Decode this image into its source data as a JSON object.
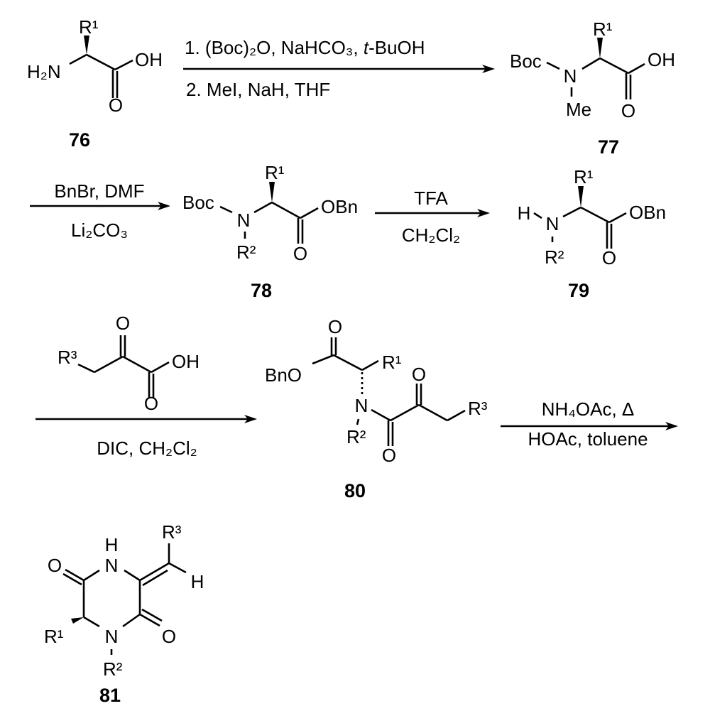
{
  "scheme": {
    "c76": {
      "label": "76",
      "R1": "R¹",
      "amine": "H₂N",
      "OH": "OH",
      "O": "O"
    },
    "step1": {
      "line1_a": "1. (Boc)₂O, NaHCO₃, ",
      "line1_t": "t",
      "line1_b": "-BuOH",
      "line2": "2. MeI, NaH, THF"
    },
    "c77": {
      "label": "77",
      "Boc": "Boc",
      "N": "N",
      "Me": "Me",
      "R1": "R¹",
      "OH": "OH",
      "O": "O"
    },
    "step2": {
      "above": "BnBr, DMF",
      "below": "Li₂CO₃"
    },
    "c78": {
      "label": "78",
      "Boc": "Boc",
      "N": "N",
      "R1": "R¹",
      "R2": "R²",
      "OBn": "OBn",
      "O": "O"
    },
    "step3": {
      "above": "TFA",
      "below": "CH₂Cl₂"
    },
    "c79": {
      "label": "79",
      "H": "H",
      "N": "N",
      "R1": "R¹",
      "R2": "R²",
      "OBn": "OBn",
      "O": "O"
    },
    "reagent_ketoacid": {
      "R3": "R³",
      "O_keto": "O",
      "OH": "OH",
      "O_acid": "O"
    },
    "step4": {
      "below": "DIC, CH₂Cl₂"
    },
    "c80": {
      "label": "80",
      "O_ester": "O",
      "BnO": "BnO",
      "R1": "R¹",
      "N": "N",
      "R2": "R²",
      "O_amide": "O",
      "O_keto": "O",
      "R3": "R³"
    },
    "step5": {
      "above": "NH₄OAc, Δ",
      "below": "HOAc, toluene"
    },
    "c81": {
      "label": "81",
      "H_N": "H",
      "N_top": "N",
      "O_left": "O",
      "R1": "R¹",
      "N_bottom": "N",
      "R2": "R²",
      "O_right": "O",
      "R3": "R³",
      "H_vinyl": "H"
    }
  }
}
